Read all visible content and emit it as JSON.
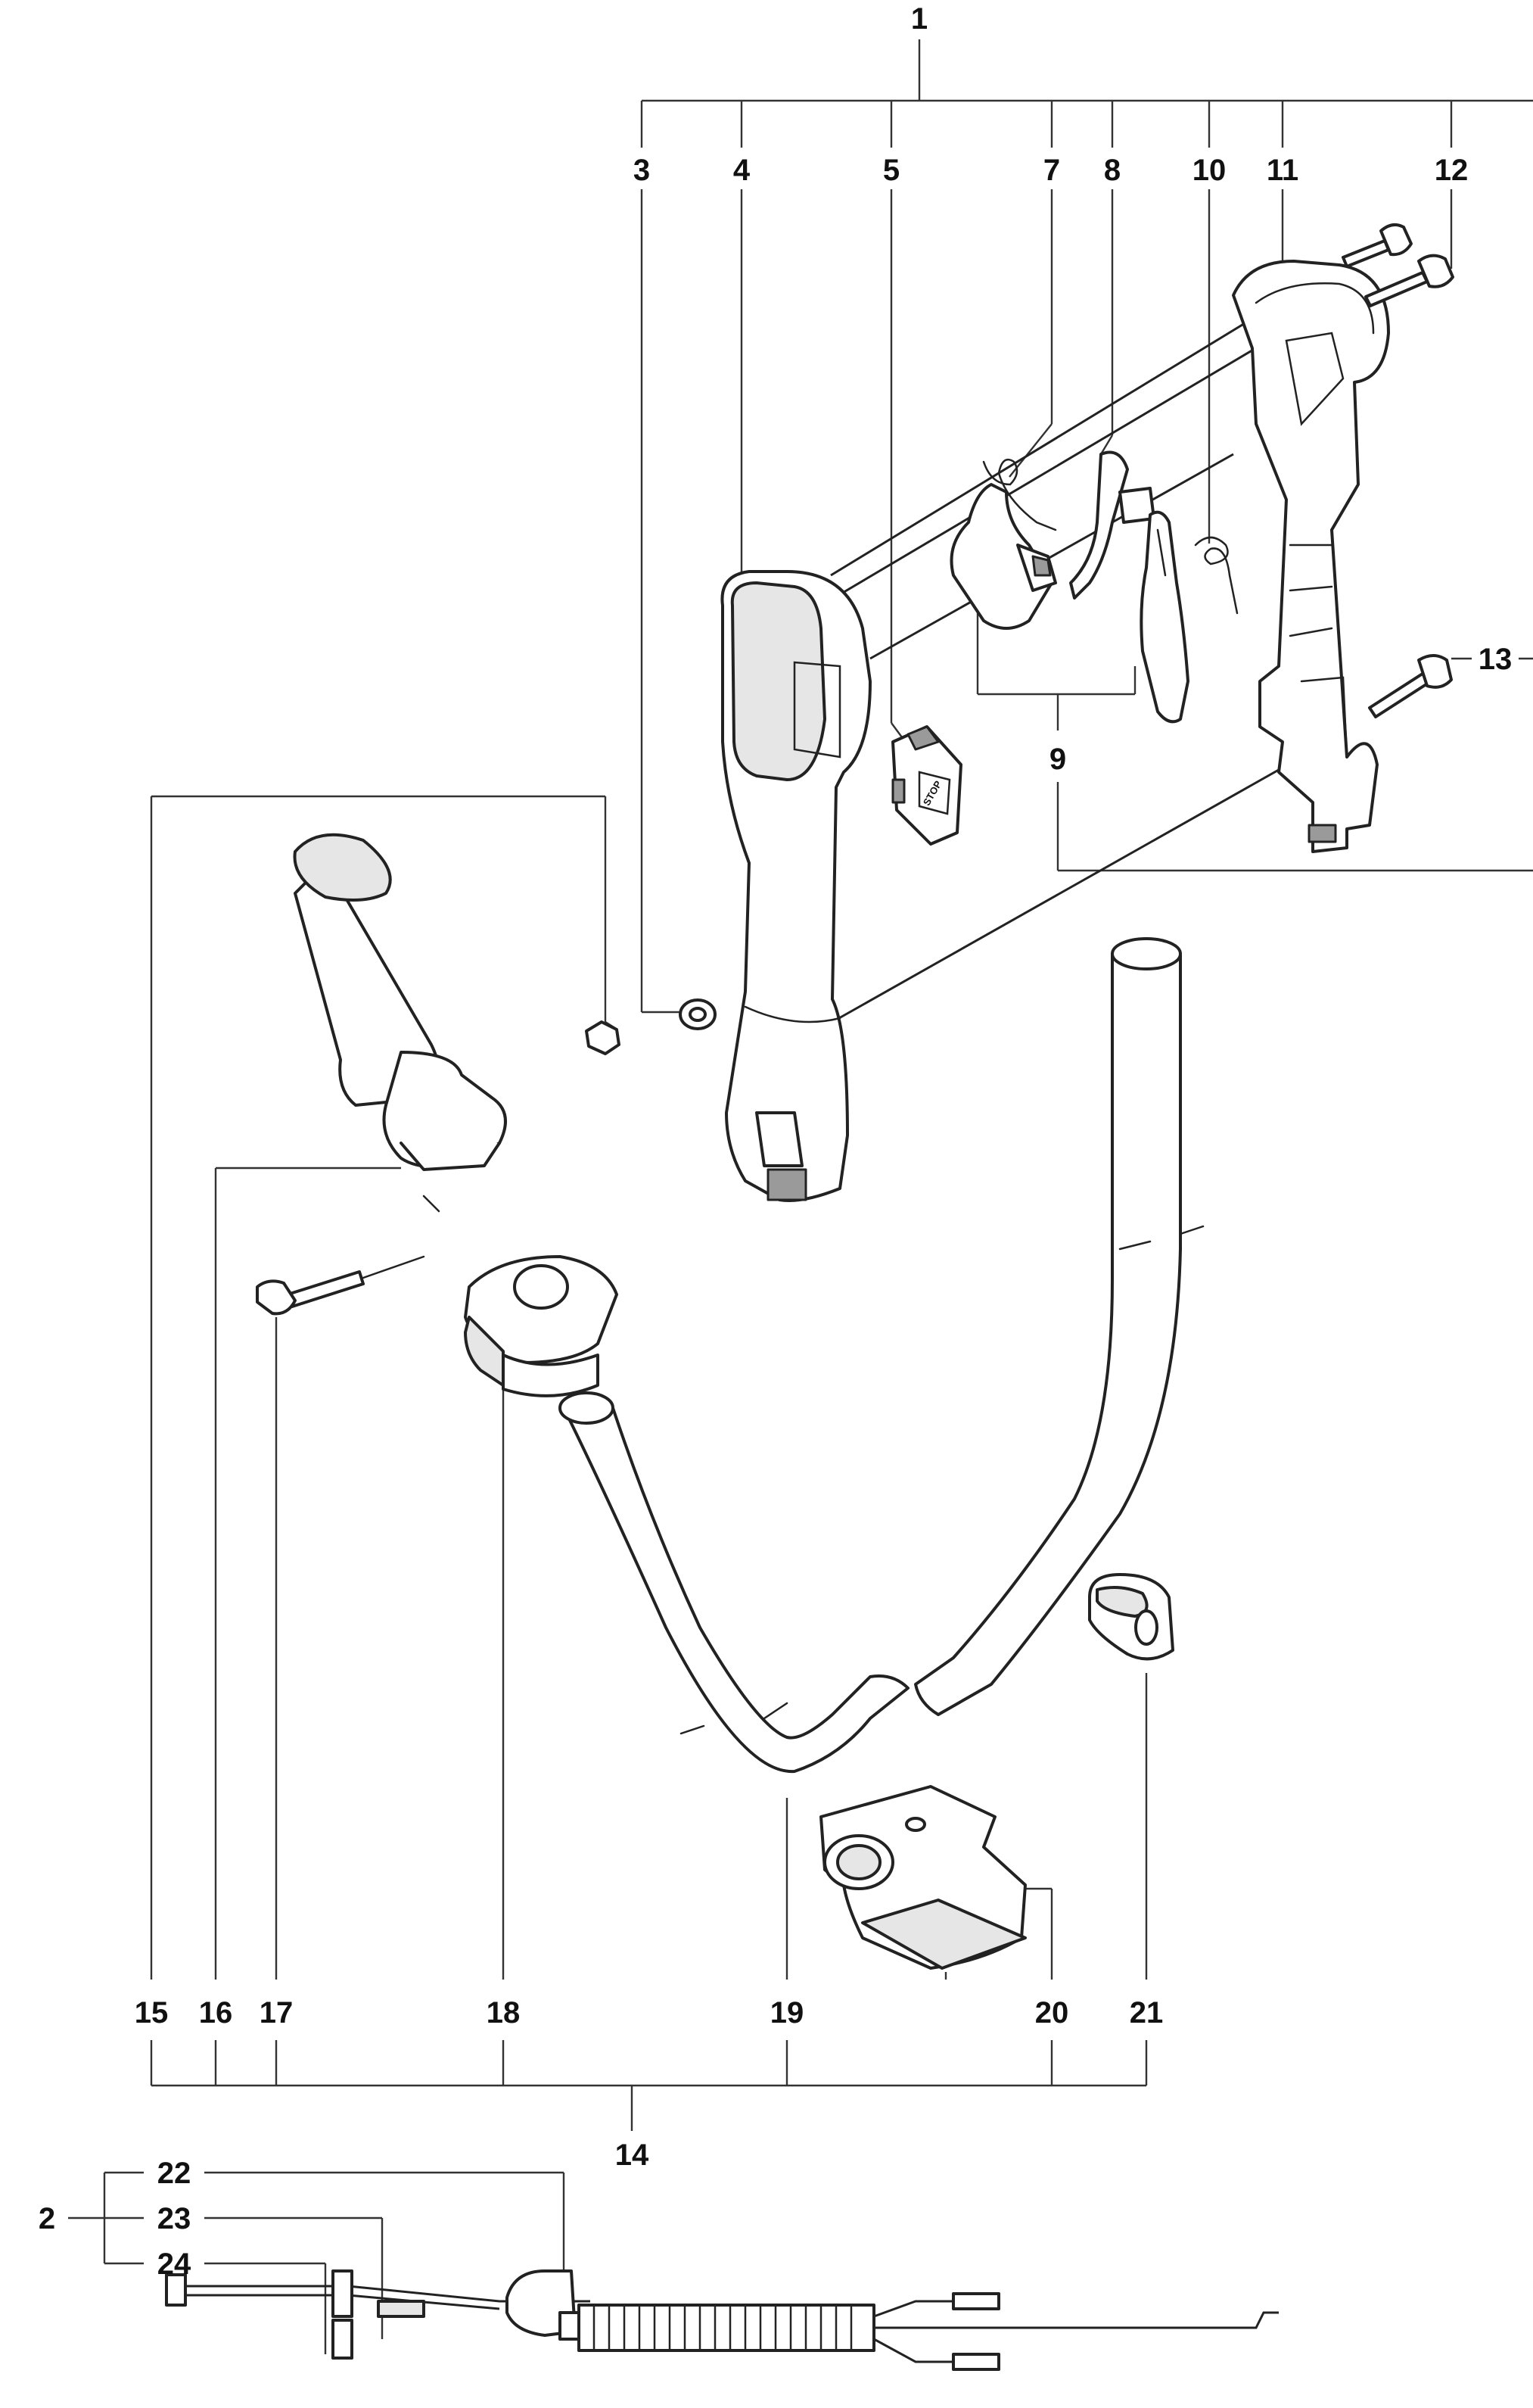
{
  "diagram": {
    "labels": [
      {
        "id": "1",
        "text": "1"
      },
      {
        "id": "2",
        "text": "2"
      },
      {
        "id": "3",
        "text": "3"
      },
      {
        "id": "4",
        "text": "4"
      },
      {
        "id": "5",
        "text": "5"
      },
      {
        "id": "7",
        "text": "7"
      },
      {
        "id": "8",
        "text": "8"
      },
      {
        "id": "9",
        "text": "9"
      },
      {
        "id": "10",
        "text": "10"
      },
      {
        "id": "11",
        "text": "11"
      },
      {
        "id": "12",
        "text": "12"
      },
      {
        "id": "13",
        "text": "13"
      },
      {
        "id": "14",
        "text": "14"
      },
      {
        "id": "15",
        "text": "15"
      },
      {
        "id": "16",
        "text": "16"
      },
      {
        "id": "17",
        "text": "17"
      },
      {
        "id": "18",
        "text": "18"
      },
      {
        "id": "19",
        "text": "19"
      },
      {
        "id": "20",
        "text": "20"
      },
      {
        "id": "21",
        "text": "21"
      },
      {
        "id": "22",
        "text": "22"
      },
      {
        "id": "23",
        "text": "23"
      },
      {
        "id": "24",
        "text": "24"
      }
    ],
    "switch_text": "STOP"
  }
}
